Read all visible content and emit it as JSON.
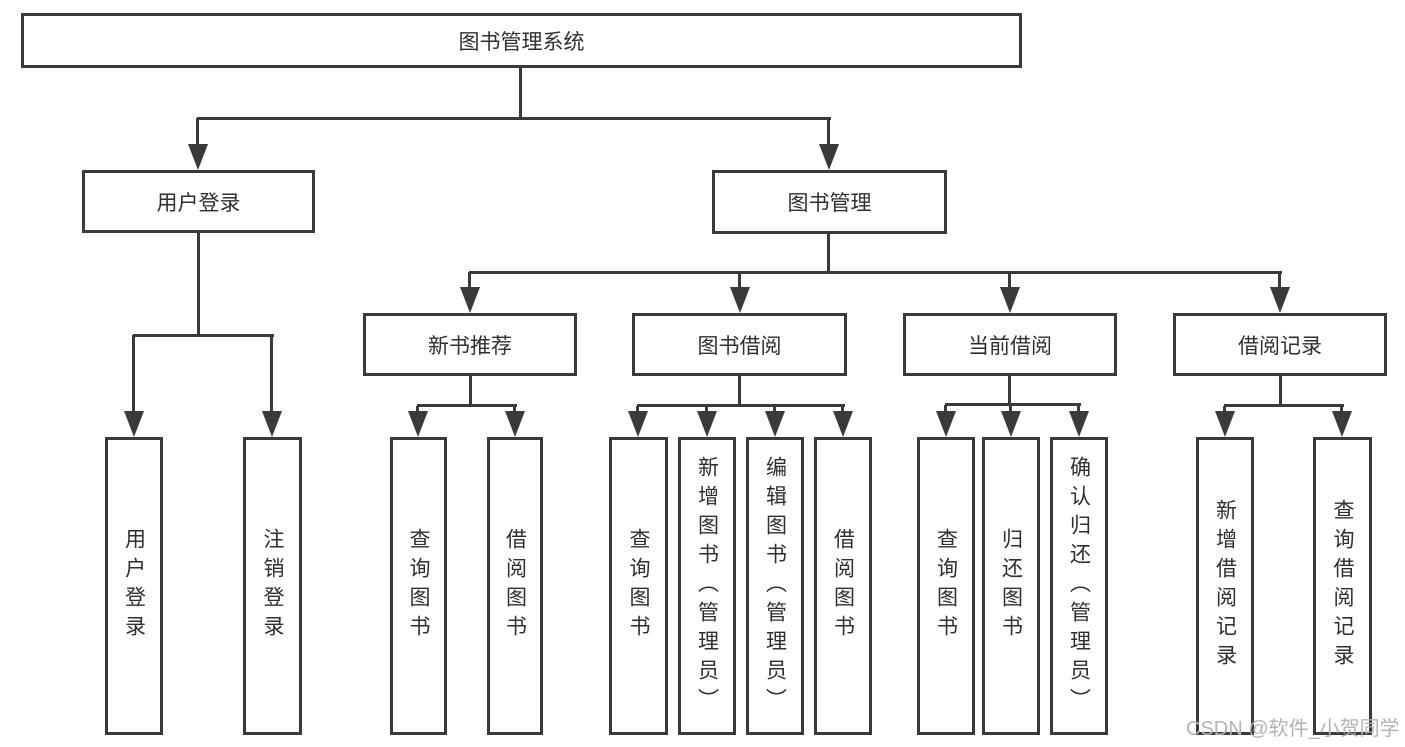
{
  "diagram": {
    "title_node": "图书管理系统",
    "root": {
      "label": "图书管理系统"
    },
    "branches": [
      {
        "label": "用户登录",
        "children": [
          {
            "label": "用户登录"
          },
          {
            "label": "注销登录"
          }
        ]
      },
      {
        "label": "图书管理",
        "children": [
          {
            "label": "新书推荐",
            "children": [
              {
                "label": "查询图书"
              },
              {
                "label": "借阅图书"
              }
            ]
          },
          {
            "label": "图书借阅",
            "children": [
              {
                "label": "查询图书"
              },
              {
                "label": "新增图书（管理员）"
              },
              {
                "label": "编辑图书（管理员）"
              },
              {
                "label": "借阅图书"
              }
            ]
          },
          {
            "label": "当前借阅",
            "children": [
              {
                "label": "查询图书"
              },
              {
                "label": "归还图书"
              },
              {
                "label": "确认归还（管理员）"
              }
            ]
          },
          {
            "label": "借阅记录",
            "children": [
              {
                "label": "新增借阅记录"
              },
              {
                "label": "查询借阅记录"
              }
            ]
          }
        ]
      }
    ]
  },
  "watermark": {
    "text": "CSDN @软件_小贺同学"
  },
  "colors": {
    "line": "#3a3a3a",
    "text": "#2f2f2f",
    "background": "#ffffff",
    "watermark": "#b3b3b3"
  }
}
